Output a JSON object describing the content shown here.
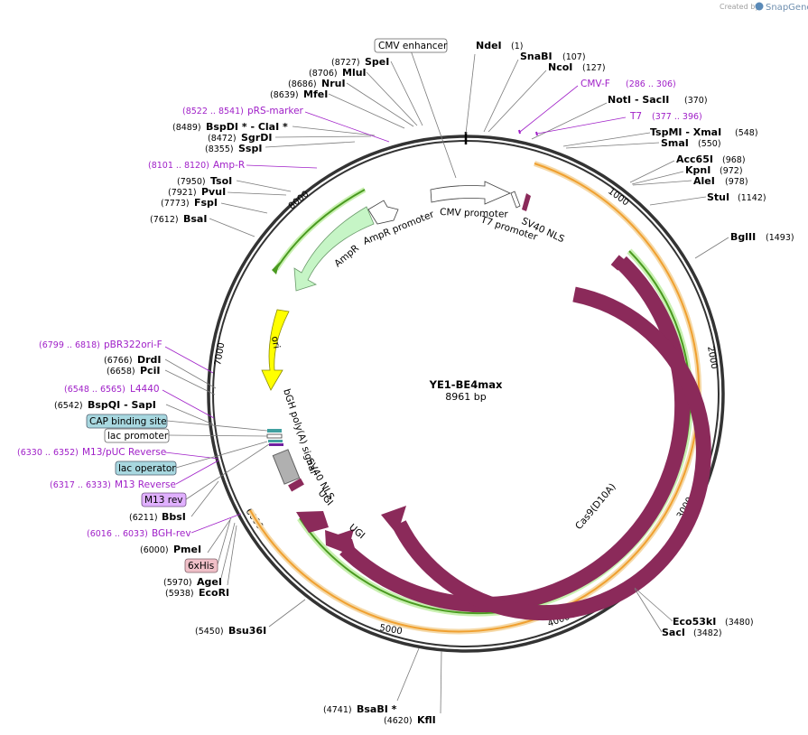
{
  "branding": {
    "created_by": "Created by",
    "product": "SnapGene"
  },
  "plasmid": {
    "name": "YE1-BE4max",
    "length_label": "8961 bp"
  },
  "ticks": [
    "1000",
    "2000",
    "3000",
    "4000",
    "5000",
    "6000",
    "7000",
    "8000"
  ],
  "enzymes": [
    {
      "name": "NdeI",
      "pos": "(1)"
    },
    {
      "name": "SnaBI",
      "pos": "(107)"
    },
    {
      "name": "NcoI",
      "pos": "(127)"
    },
    {
      "name": "NotI  - SacII",
      "pos": "(370)"
    },
    {
      "name": "TspMI  - XmaI",
      "pos": "(548)"
    },
    {
      "name": "SmaI",
      "pos": "(550)"
    },
    {
      "name": "Acc65I",
      "pos": "(968)"
    },
    {
      "name": "KpnI",
      "pos": "(972)"
    },
    {
      "name": "AleI",
      "pos": "(978)"
    },
    {
      "name": "StuI",
      "pos": "(1142)"
    },
    {
      "name": "BglII",
      "pos": "(1493)"
    },
    {
      "name": "Eco53kI",
      "pos": "(3480)"
    },
    {
      "name": "SacI",
      "pos": "(3482)"
    },
    {
      "name": "KflI",
      "pos": "(4620)"
    },
    {
      "name": "BsaBI *",
      "pos": "(4741)"
    },
    {
      "name": "Bsu36I",
      "pos": "(5450)"
    },
    {
      "name": "EcoRI",
      "pos": "(5938)"
    },
    {
      "name": "AgeI",
      "pos": "(5970)"
    },
    {
      "name": "PmeI",
      "pos": "(6000)"
    },
    {
      "name": "BbsI",
      "pos": "(6211)"
    },
    {
      "name": "BspQI   - SapI",
      "pos": "(6542)"
    },
    {
      "name": "PciI",
      "pos": "(6658)"
    },
    {
      "name": "DrdI",
      "pos": "(6766)"
    },
    {
      "name": "BsaI",
      "pos": "(7612)"
    },
    {
      "name": "FspI",
      "pos": "(7773)"
    },
    {
      "name": "PvuI",
      "pos": "(7921)"
    },
    {
      "name": "TsoI",
      "pos": "(7950)"
    },
    {
      "name": "SspI",
      "pos": "(8355)"
    },
    {
      "name": "SgrDI",
      "pos": "(8472)"
    },
    {
      "name": "BspDI *  - ClaI *",
      "pos": "(8489)"
    },
    {
      "name": "MfeI",
      "pos": "(8639)"
    },
    {
      "name": "NruI",
      "pos": "(8686)"
    },
    {
      "name": "MluI",
      "pos": "(8706)"
    },
    {
      "name": "SpeI",
      "pos": "(8727)"
    }
  ],
  "primers": [
    {
      "name": "CMV-F",
      "range": "(286 .. 306)"
    },
    {
      "name": "T7",
      "range": "(377 .. 396)"
    },
    {
      "name": "pRS-marker",
      "range": "(8522 .. 8541)"
    },
    {
      "name": "Amp-R",
      "range": "(8101 .. 8120)"
    },
    {
      "name": "pBR322ori-F",
      "range": "(6799 .. 6818)"
    },
    {
      "name": "L4440",
      "range": "(6548 .. 6565)"
    },
    {
      "name": "M13/pUC Reverse",
      "range": "(6330 .. 6352)"
    },
    {
      "name": "M13 Reverse",
      "range": "(6317 .. 6333)"
    },
    {
      "name": "BGH-rev",
      "range": "(6016 .. 6033)"
    }
  ],
  "boxed_labels": {
    "cmv_enhancer": "CMV enhancer",
    "cap_binding_site": "CAP binding site",
    "lac_promoter": "lac promoter",
    "lac_operator": "lac operator",
    "m13_rev": "M13 rev",
    "his_tag": "6xHis"
  },
  "features": {
    "cmv_promoter": "CMV promoter",
    "t7_promoter": "T7 promoter",
    "sv40_nls_top": "SV40 NLS",
    "ampr": "AmpR",
    "ampr_promoter": "AmpR promoter",
    "ori": "ori",
    "bgh_polya": "bGH poly(A) signal",
    "sv40_nls_bottom": "SV40 NLS",
    "ugi_1": "UGI",
    "ugi_2": "UGI",
    "cas9": "Cas9",
    "cas9_d10a": "Cas9(D10A)"
  },
  "colors": {
    "backbone": "#333333",
    "cas9": "#8b2a5a",
    "orf_orange": "#f0a030",
    "orf_green": "#4a9a20",
    "ampr": "#c6f5c6",
    "ori": "#ffff00",
    "primer": "#a020c8",
    "box_blue": "#a8d8e0",
    "box_purple": "#e0b0ff",
    "box_pink": "#f0c0c8"
  }
}
